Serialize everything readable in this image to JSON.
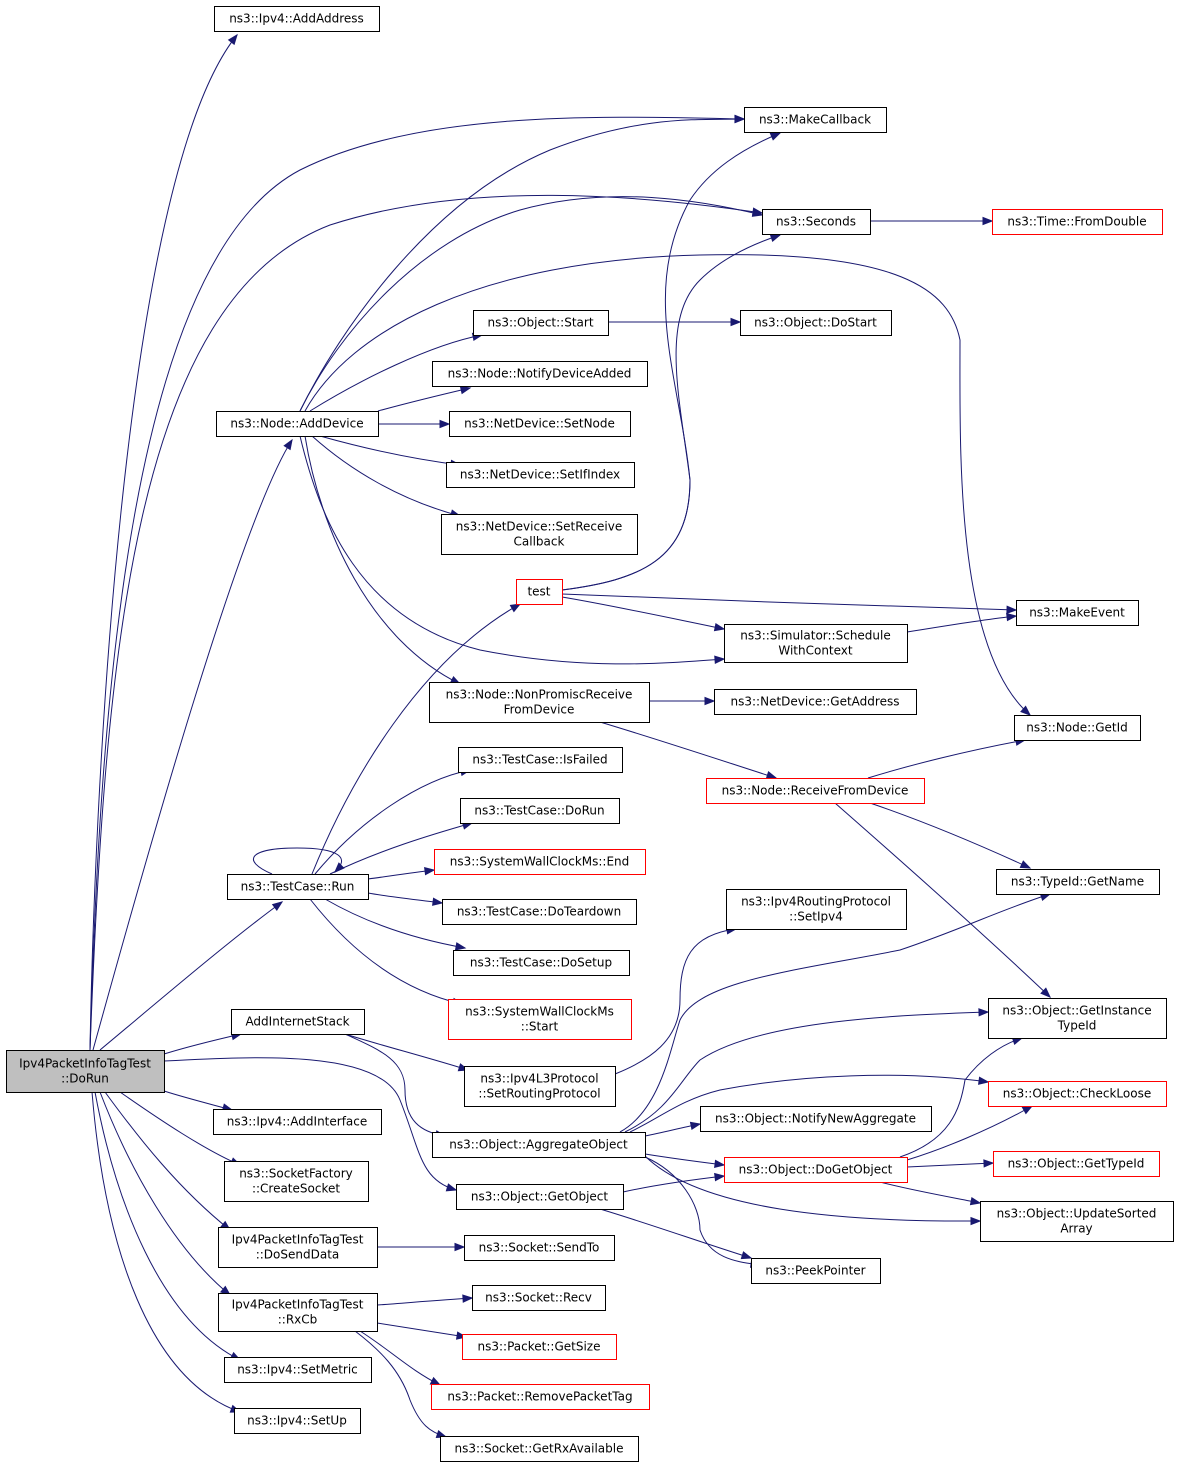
{
  "colors": {
    "edge": "#191970",
    "border_normal": "#000000",
    "border_truncated": "#ff0000",
    "root_fill": "#bfbfbf",
    "node_fill": "#ffffff"
  },
  "nodes": [
    {
      "id": "root",
      "lines": [
        "Ipv4PacketInfoTagTest",
        "::DoRun"
      ],
      "kind": "root"
    },
    {
      "id": "ipv4_addaddress",
      "lines": [
        "ns3::Ipv4::AddAddress"
      ],
      "kind": "normal"
    },
    {
      "id": "makecallback",
      "lines": [
        "ns3::MakeCallback"
      ],
      "kind": "normal"
    },
    {
      "id": "seconds",
      "lines": [
        "ns3::Seconds"
      ],
      "kind": "normal"
    },
    {
      "id": "time_fromdouble",
      "lines": [
        "ns3::Time::FromDouble"
      ],
      "kind": "truncated"
    },
    {
      "id": "object_start",
      "lines": [
        "ns3::Object::Start"
      ],
      "kind": "normal"
    },
    {
      "id": "object_dostart",
      "lines": [
        "ns3::Object::DoStart"
      ],
      "kind": "normal"
    },
    {
      "id": "node_notifydeviceadded",
      "lines": [
        "ns3::Node::NotifyDeviceAdded"
      ],
      "kind": "normal"
    },
    {
      "id": "node_adddevice",
      "lines": [
        "ns3::Node::AddDevice"
      ],
      "kind": "normal"
    },
    {
      "id": "netdevice_setnode",
      "lines": [
        "ns3::NetDevice::SetNode"
      ],
      "kind": "normal"
    },
    {
      "id": "netdevice_setifindex",
      "lines": [
        "ns3::NetDevice::SetIfIndex"
      ],
      "kind": "normal"
    },
    {
      "id": "netdevice_setreceivecallback",
      "lines": [
        "ns3::NetDevice::SetReceive",
        "Callback"
      ],
      "kind": "normal"
    },
    {
      "id": "test",
      "lines": [
        "test"
      ],
      "kind": "truncated"
    },
    {
      "id": "makeevent",
      "lines": [
        "ns3::MakeEvent"
      ],
      "kind": "normal"
    },
    {
      "id": "simulator_schedulewithcontext",
      "lines": [
        "ns3::Simulator::Schedule",
        "WithContext"
      ],
      "kind": "normal"
    },
    {
      "id": "node_nonpromiscreceive",
      "lines": [
        "ns3::Node::NonPromiscReceive",
        "FromDevice"
      ],
      "kind": "normal"
    },
    {
      "id": "netdevice_getaddress",
      "lines": [
        "ns3::NetDevice::GetAddress"
      ],
      "kind": "normal"
    },
    {
      "id": "node_getid",
      "lines": [
        "ns3::Node::GetId"
      ],
      "kind": "normal"
    },
    {
      "id": "testcase_isfailed",
      "lines": [
        "ns3::TestCase::IsFailed"
      ],
      "kind": "normal"
    },
    {
      "id": "node_receivefromdevice",
      "lines": [
        "ns3::Node::ReceiveFromDevice"
      ],
      "kind": "truncated"
    },
    {
      "id": "testcase_dorun",
      "lines": [
        "ns3::TestCase::DoRun"
      ],
      "kind": "normal"
    },
    {
      "id": "systemwallclock_end",
      "lines": [
        "ns3::SystemWallClockMs::End"
      ],
      "kind": "truncated"
    },
    {
      "id": "testcase_run",
      "lines": [
        "ns3::TestCase::Run"
      ],
      "kind": "normal"
    },
    {
      "id": "typeid_getname",
      "lines": [
        "ns3::TypeId::GetName"
      ],
      "kind": "normal"
    },
    {
      "id": "testcase_doteardown",
      "lines": [
        "ns3::TestCase::DoTeardown"
      ],
      "kind": "normal"
    },
    {
      "id": "ipv4routing_setipv4",
      "lines": [
        "ns3::Ipv4RoutingProtocol",
        "::SetIpv4"
      ],
      "kind": "normal"
    },
    {
      "id": "testcase_dosetup",
      "lines": [
        "ns3::TestCase::DoSetup"
      ],
      "kind": "normal"
    },
    {
      "id": "systemwallclock_start",
      "lines": [
        "ns3::SystemWallClockMs",
        "::Start"
      ],
      "kind": "truncated"
    },
    {
      "id": "object_getinstancetypeid",
      "lines": [
        "ns3::Object::GetInstance",
        "TypeId"
      ],
      "kind": "normal"
    },
    {
      "id": "addinternetstack",
      "lines": [
        "AddInternetStack"
      ],
      "kind": "normal"
    },
    {
      "id": "ipv4l3_setroutingprotocol",
      "lines": [
        "ns3::Ipv4L3Protocol",
        "::SetRoutingProtocol"
      ],
      "kind": "normal"
    },
    {
      "id": "object_checkloose",
      "lines": [
        "ns3::Object::CheckLoose"
      ],
      "kind": "truncated"
    },
    {
      "id": "ipv4_addinterface",
      "lines": [
        "ns3::Ipv4::AddInterface"
      ],
      "kind": "normal"
    },
    {
      "id": "object_notifynewaggregate",
      "lines": [
        "ns3::Object::NotifyNewAggregate"
      ],
      "kind": "normal"
    },
    {
      "id": "object_aggregateobject",
      "lines": [
        "ns3::Object::AggregateObject"
      ],
      "kind": "normal"
    },
    {
      "id": "object_dogetobject",
      "lines": [
        "ns3::Object::DoGetObject"
      ],
      "kind": "truncated"
    },
    {
      "id": "object_gettypeid",
      "lines": [
        "ns3::Object::GetTypeId"
      ],
      "kind": "truncated"
    },
    {
      "id": "socketfactory_createsocket",
      "lines": [
        "ns3::SocketFactory",
        "::CreateSocket"
      ],
      "kind": "normal"
    },
    {
      "id": "object_getobject",
      "lines": [
        "ns3::Object::GetObject"
      ],
      "kind": "normal"
    },
    {
      "id": "object_updatesortedarray",
      "lines": [
        "ns3::Object::UpdateSorted",
        "Array"
      ],
      "kind": "normal"
    },
    {
      "id": "senddata",
      "lines": [
        "Ipv4PacketInfoTagTest",
        "::DoSendData"
      ],
      "kind": "normal"
    },
    {
      "id": "socket_sendto",
      "lines": [
        "ns3::Socket::SendTo"
      ],
      "kind": "normal"
    },
    {
      "id": "peekpointer",
      "lines": [
        "ns3::PeekPointer"
      ],
      "kind": "normal"
    },
    {
      "id": "rxcb",
      "lines": [
        "Ipv4PacketInfoTagTest",
        "::RxCb"
      ],
      "kind": "normal"
    },
    {
      "id": "socket_recv",
      "lines": [
        "ns3::Socket::Recv"
      ],
      "kind": "normal"
    },
    {
      "id": "packet_getsize",
      "lines": [
        "ns3::Packet::GetSize"
      ],
      "kind": "truncated"
    },
    {
      "id": "ipv4_setmetric",
      "lines": [
        "ns3::Ipv4::SetMetric"
      ],
      "kind": "normal"
    },
    {
      "id": "packet_removepackettag",
      "lines": [
        "ns3::Packet::RemovePacketTag"
      ],
      "kind": "truncated"
    },
    {
      "id": "ipv4_setup",
      "lines": [
        "ns3::Ipv4::SetUp"
      ],
      "kind": "normal"
    },
    {
      "id": "socket_getrxavailable",
      "lines": [
        "ns3::Socket::GetRxAvailable"
      ],
      "kind": "normal"
    }
  ],
  "edges": [
    {
      "from": "root",
      "to": "ipv4_addaddress"
    },
    {
      "from": "root",
      "to": "makecallback"
    },
    {
      "from": "root",
      "to": "seconds"
    },
    {
      "from": "root",
      "to": "node_adddevice"
    },
    {
      "from": "root",
      "to": "testcase_run"
    },
    {
      "from": "root",
      "to": "addinternetstack"
    },
    {
      "from": "root",
      "to": "ipv4_addinterface"
    },
    {
      "from": "root",
      "to": "socketfactory_createsocket"
    },
    {
      "from": "root",
      "to": "object_getobject"
    },
    {
      "from": "root",
      "to": "senddata"
    },
    {
      "from": "root",
      "to": "rxcb"
    },
    {
      "from": "root",
      "to": "ipv4_setmetric"
    },
    {
      "from": "root",
      "to": "ipv4_setup"
    },
    {
      "from": "seconds",
      "to": "time_fromdouble"
    },
    {
      "from": "object_start",
      "to": "object_dostart"
    },
    {
      "from": "node_adddevice",
      "to": "makecallback"
    },
    {
      "from": "node_adddevice",
      "to": "seconds"
    },
    {
      "from": "node_adddevice",
      "to": "node_getid"
    },
    {
      "from": "node_adddevice",
      "to": "object_start"
    },
    {
      "from": "node_adddevice",
      "to": "node_notifydeviceadded"
    },
    {
      "from": "node_adddevice",
      "to": "netdevice_setnode"
    },
    {
      "from": "node_adddevice",
      "to": "netdevice_setifindex"
    },
    {
      "from": "node_adddevice",
      "to": "netdevice_setreceivecallback"
    },
    {
      "from": "node_adddevice",
      "to": "simulator_schedulewithcontext"
    },
    {
      "from": "node_adddevice",
      "to": "node_nonpromiscreceive"
    },
    {
      "from": "test",
      "to": "makecallback"
    },
    {
      "from": "test",
      "to": "seconds"
    },
    {
      "from": "test",
      "to": "makeevent"
    },
    {
      "from": "test",
      "to": "simulator_schedulewithcontext"
    },
    {
      "from": "simulator_schedulewithcontext",
      "to": "makeevent"
    },
    {
      "from": "node_nonpromiscreceive",
      "to": "netdevice_getaddress"
    },
    {
      "from": "node_nonpromiscreceive",
      "to": "node_receivefromdevice"
    },
    {
      "from": "node_receivefromdevice",
      "to": "node_getid"
    },
    {
      "from": "node_receivefromdevice",
      "to": "typeid_getname"
    },
    {
      "from": "node_receivefromdevice",
      "to": "object_getinstancetypeid"
    },
    {
      "from": "testcase_run",
      "to": "test"
    },
    {
      "from": "testcase_run",
      "to": "testcase_isfailed"
    },
    {
      "from": "testcase_run",
      "to": "testcase_dorun"
    },
    {
      "from": "testcase_run",
      "to": "systemwallclock_end"
    },
    {
      "from": "testcase_run",
      "to": "testcase_doteardown"
    },
    {
      "from": "testcase_run",
      "to": "testcase_dosetup"
    },
    {
      "from": "testcase_run",
      "to": "systemwallclock_start"
    },
    {
      "from": "testcase_run",
      "to": "testcase_run"
    },
    {
      "from": "addinternetstack",
      "to": "ipv4l3_setroutingprotocol"
    },
    {
      "from": "addinternetstack",
      "to": "object_aggregateobject"
    },
    {
      "from": "ipv4l3_setroutingprotocol",
      "to": "ipv4routing_setipv4"
    },
    {
      "from": "object_aggregateobject",
      "to": "typeid_getname"
    },
    {
      "from": "object_aggregateobject",
      "to": "object_getinstancetypeid"
    },
    {
      "from": "object_aggregateobject",
      "to": "object_checkloose"
    },
    {
      "from": "object_aggregateobject",
      "to": "object_notifynewaggregate"
    },
    {
      "from": "object_aggregateobject",
      "to": "object_dogetobject"
    },
    {
      "from": "object_aggregateobject",
      "to": "object_updatesortedarray"
    },
    {
      "from": "object_aggregateobject",
      "to": "peekpointer"
    },
    {
      "from": "object_dogetobject",
      "to": "object_getinstancetypeid"
    },
    {
      "from": "object_dogetobject",
      "to": "object_checkloose"
    },
    {
      "from": "object_dogetobject",
      "to": "object_gettypeid"
    },
    {
      "from": "object_dogetobject",
      "to": "object_updatesortedarray"
    },
    {
      "from": "object_getobject",
      "to": "object_dogetobject"
    },
    {
      "from": "object_getobject",
      "to": "peekpointer"
    },
    {
      "from": "senddata",
      "to": "socket_sendto"
    },
    {
      "from": "rxcb",
      "to": "socket_recv"
    },
    {
      "from": "rxcb",
      "to": "packet_getsize"
    },
    {
      "from": "rxcb",
      "to": "packet_removepackettag"
    },
    {
      "from": "rxcb",
      "to": "socket_getrxavailable"
    }
  ]
}
